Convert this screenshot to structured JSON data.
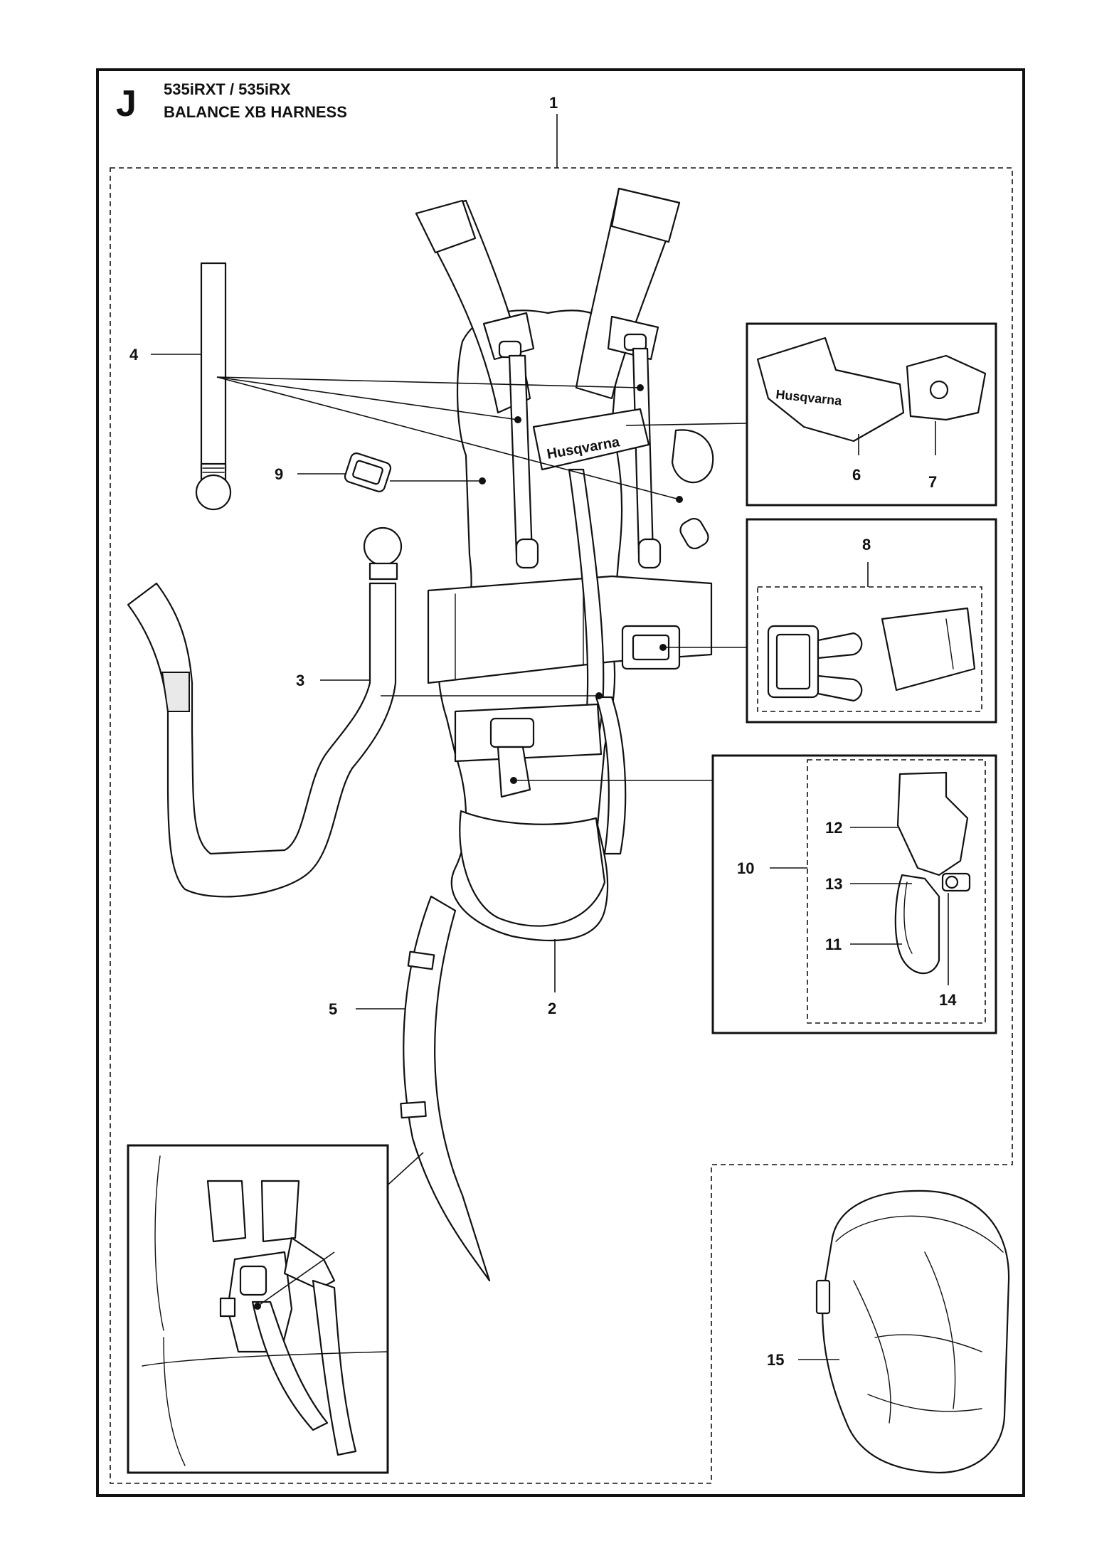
{
  "header": {
    "section_letter": "J",
    "model": "535iRXT / 535iRX",
    "title": "BALANCE XB HARNESS"
  },
  "brand_text": "Husqvarna",
  "callouts": {
    "c1": "1",
    "c2": "2",
    "c3": "3",
    "c4": "4",
    "c5": "5",
    "c6": "6",
    "c7": "7",
    "c8": "8",
    "c9": "9",
    "c10": "10",
    "c11": "11",
    "c12": "12",
    "c13": "13",
    "c14": "14",
    "c15": "15"
  }
}
